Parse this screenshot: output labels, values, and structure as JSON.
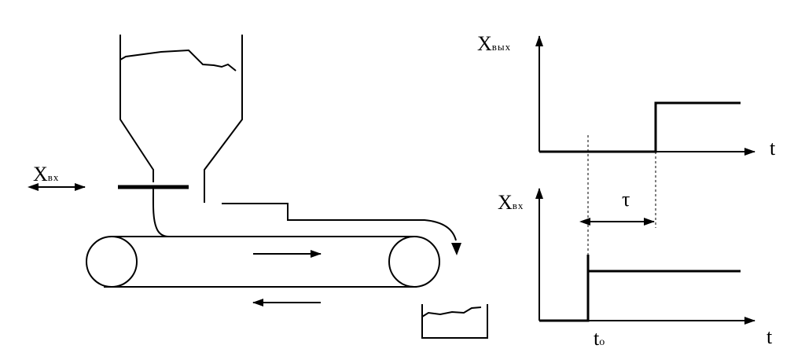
{
  "scheme": {
    "input_label_main": "X",
    "input_label_sub": "вх"
  },
  "output_graph": {
    "y_label_main": "X",
    "y_label_sub": "вых",
    "x_label": "t"
  },
  "input_graph": {
    "y_label_main": "X",
    "y_label_sub": "вх",
    "x_label": "t",
    "delay_label": "τ",
    "t0_main": "t",
    "t0_sub": "o"
  },
  "colors": {
    "ink": "#000000",
    "paper": "#ffffff"
  }
}
